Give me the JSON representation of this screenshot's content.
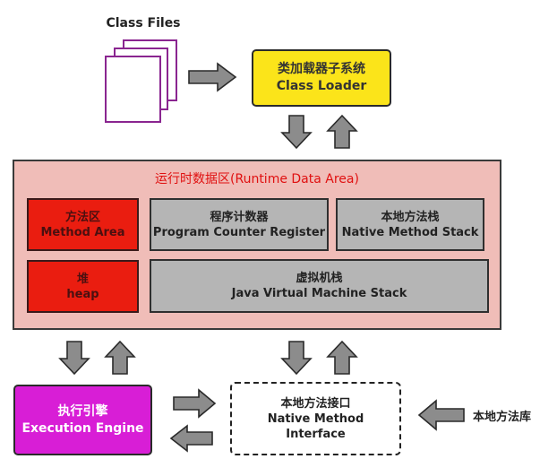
{
  "diagram": {
    "class_files": {
      "title": "Class Files"
    },
    "class_loader": {
      "label_cn": "类加载器子系统",
      "label_en": "Class Loader"
    },
    "runtime_data_area": {
      "title": "运行时数据区(Runtime Data Area)",
      "method_area": {
        "label_cn": "方法区",
        "label_en": "Method Area"
      },
      "pc_register": {
        "label_cn": "程序计数器",
        "label_en": "Program Counter Register"
      },
      "native_method_stack": {
        "label_cn": "本地方法栈",
        "label_en": "Native Method Stack"
      },
      "heap": {
        "label_cn": "堆",
        "label_en": "heap"
      },
      "jvm_stack": {
        "label_cn": "虚拟机栈",
        "label_en": "Java Virtual Machine Stack"
      }
    },
    "execution_engine": {
      "label_cn": "执行引擎",
      "label_en": "Execution Engine"
    },
    "native_method_interface": {
      "label_cn": "本地方法接口",
      "label_en1": "Native Method",
      "label_en2": "Interface"
    },
    "native_method_library": {
      "label": "本地方法库"
    },
    "colors": {
      "class_loader": "#fbe41a",
      "runtime_area": "#f0bdb8",
      "runtime_title": "#e01010",
      "red_block": "#ea1d10",
      "gray_block": "#b5b5b5",
      "execution_engine": "#d81ed6",
      "class_file_border": "#8a2590",
      "arrow_fill": "#8c8c8c"
    }
  }
}
